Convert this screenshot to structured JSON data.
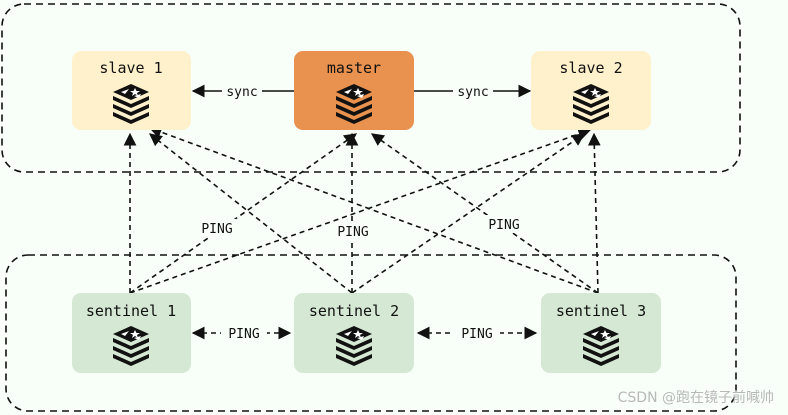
{
  "colors": {
    "slave_fill": "#fff1cc",
    "master_fill": "#e9914e",
    "sentinel_fill": "#d5e8d4",
    "stroke": "#111111",
    "label_bg": "#f8fff8"
  },
  "icon": "redis-logo-icon",
  "nodes": {
    "slave1": {
      "label": "slave 1"
    },
    "master": {
      "label": "master"
    },
    "slave2": {
      "label": "slave 2"
    },
    "sentinel1": {
      "label": "sentinel 1"
    },
    "sentinel2": {
      "label": "sentinel 2"
    },
    "sentinel3": {
      "label": "sentinel 3"
    }
  },
  "edges": {
    "sync_left": "sync",
    "sync_right": "sync",
    "ping_left": "PING",
    "ping_middle": "PING",
    "ping_right": "PING",
    "ping_s1_s2": "PING",
    "ping_s2_s3": "PING"
  },
  "watermark": "CSDN @跑在镜子前喊帅"
}
